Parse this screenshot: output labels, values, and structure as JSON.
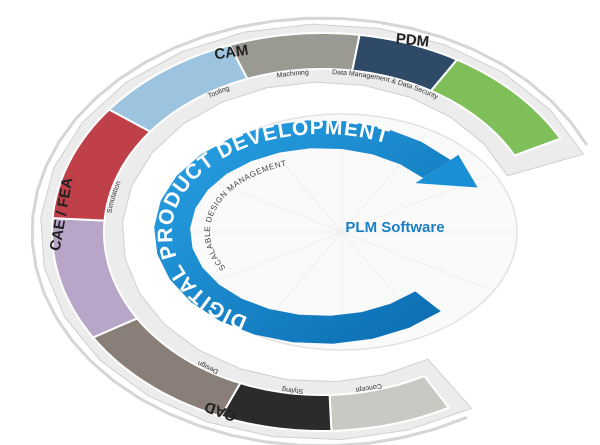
{
  "categories": {
    "cam": "CAM",
    "pdm": "PDM",
    "cae": "CAE / FEA",
    "cad": "CAD"
  },
  "segments": {
    "tooling": "Tooling",
    "machining": "Machining",
    "data_management": "Data Management & Data Security",
    "simulation": "Simulation",
    "design": "Design",
    "styling": "Styling",
    "concept": "Concept"
  },
  "band_text": "DIGITAL PRODUCT DEVELOPMENT",
  "inner_text": "SCALABLE DESIGN MANAGEMENT",
  "center_text": "PLM Software",
  "colors": {
    "band": "#1a8fd6",
    "band_dark": "#0a5f9e",
    "center": "#1a7fc4"
  }
}
